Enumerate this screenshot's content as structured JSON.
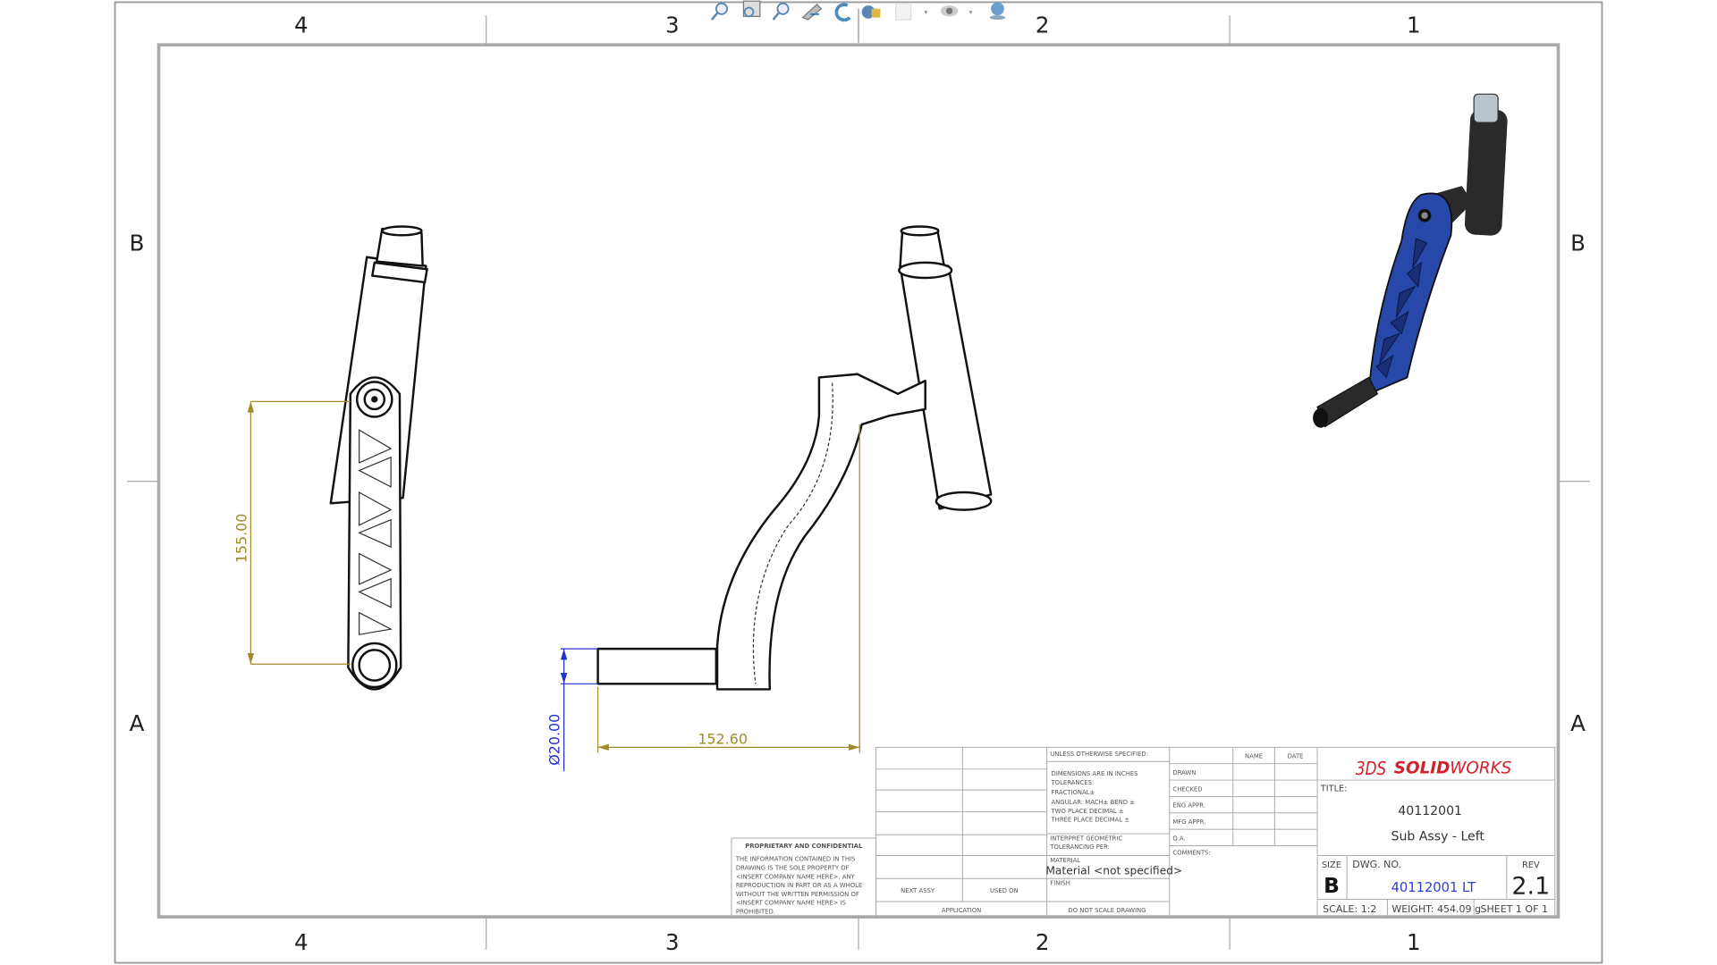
{
  "toolbar": {
    "icons": [
      "zoom-to-fit-icon",
      "zoom-to-area-icon",
      "zoom-in-out-icon",
      "previous-view-icon",
      "rotate-icon",
      "pan-icon",
      "display-style-icon",
      "hide-show-icon",
      "appearance-icon"
    ]
  },
  "sheet": {
    "zones_columns": [
      "4",
      "3",
      "2",
      "1"
    ],
    "zones_rows": [
      "B",
      "A"
    ]
  },
  "dimensions": {
    "left_height": "155.00",
    "horizontal": "152.60",
    "diameter": "Ø20.00"
  },
  "title_block": {
    "unless": "UNLESS OTHERWISE SPECIFIED:",
    "tolerances": [
      "DIMENSIONS ARE IN INCHES",
      "TOLERANCES:",
      "FRACTIONAL±",
      "ANGULAR: MACH±    BEND ±",
      "TWO PLACE DECIMAL    ±",
      "THREE PLACE DECIMAL  ±"
    ],
    "interpret": [
      "INTERPRET GEOMETRIC",
      "TOLERANCING PER:"
    ],
    "material_label": "MATERIAL",
    "material_value": "Material <not specified>",
    "finish_label": "FINISH",
    "next_assy": "NEXT ASSY",
    "used_on": "USED ON",
    "application": "APPLICATION",
    "do_not_scale": "DO NOT SCALE DRAWING",
    "proprietary_title": "PROPRIETARY AND CONFIDENTIAL",
    "proprietary_text": [
      "THE INFORMATION CONTAINED IN THIS",
      "DRAWING IS THE SOLE PROPERTY OF",
      "<INSERT COMPANY NAME HERE>.  ANY",
      "REPRODUCTION IN PART OR AS A WHOLE",
      "WITHOUT THE WRITTEN PERMISSION OF",
      "<INSERT COMPANY NAME HERE> IS",
      "PROHIBITED."
    ],
    "name_header": "NAME",
    "date_header": "DATE",
    "roles": [
      "DRAWN",
      "CHECKED",
      "ENG APPR.",
      "MFG APPR.",
      "Q.A."
    ],
    "comments": "COMMENTS:",
    "logo_ds": "3DS",
    "logo_solid": "SOLID",
    "logo_works": "WORKS",
    "title_label": "TITLE:",
    "title_number": "40112001",
    "title_desc": "Sub Assy - Left",
    "size_label": "SIZE",
    "size_value": "B",
    "dwg_label": "DWG.  NO.",
    "dwg_value": "40112001 LT",
    "rev_label": "REV",
    "rev_value": "2.1",
    "scale": "SCALE: 1:2",
    "weight": "WEIGHT: 454.09 g",
    "sheet": "SHEET 1 OF 1"
  },
  "colors": {
    "brand_red": "#d4202a",
    "dwg_blue": "#2a3fd0",
    "part_blue": "#2748a8",
    "dim_gold": "#a08a2a"
  }
}
